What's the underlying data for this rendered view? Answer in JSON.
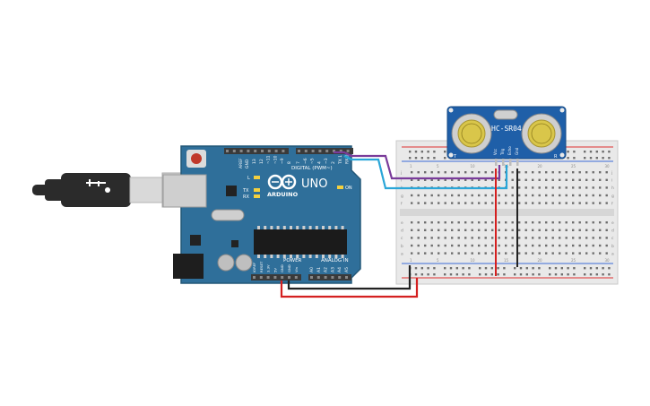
{
  "colors": {
    "board": "#2f6f9a",
    "board_dark": "#245878",
    "header": "#3a3a3a",
    "breadboard": "#e9e9e9",
    "rail_red": "#e03030",
    "rail_blue": "#3c6ad6",
    "sensor": "#1f5fa8",
    "wire_purple": "#7a3c9a",
    "wire_cyan": "#2aa6d8",
    "wire_red": "#d42020",
    "wire_black": "#222222",
    "usb_plug": "#2b2b2b",
    "usb_metal": "#d9d9d9"
  },
  "arduino": {
    "brand": "ARDUINO",
    "model": "UNO",
    "digital_label": "DIGITAL (PWM~)",
    "power_label": "POWER",
    "analog_label": "ANALOG IN",
    "on_label": "ON",
    "tx_label": "TX",
    "rx_label": "RX",
    "l_label": "L",
    "aref_label": "AREF",
    "gnd_label": "GND",
    "pin_labels": [
      "13",
      "12",
      "~11",
      "~10",
      "~9",
      "8",
      "7",
      "~6",
      "~5",
      "4",
      "~3",
      "2",
      "TX 1",
      "RX 0"
    ],
    "power_pins": [
      "IOREF",
      "RESET",
      "3.3V",
      "5V",
      "GND",
      "GND",
      "Vin"
    ],
    "analog_pins": [
      "A0",
      "A1",
      "A2",
      "A3",
      "A4",
      "A5"
    ]
  },
  "sensor": {
    "label": "HC-SR04",
    "pins": [
      "Vcc",
      "Trig",
      "Echo",
      "Gnd"
    ]
  },
  "breadboard": {
    "row_letters_top": [
      "j",
      "i",
      "h",
      "g",
      "f"
    ],
    "row_letters_bottom": [
      "e",
      "d",
      "c",
      "b",
      "a"
    ],
    "column_numbers": [
      "1",
      "5",
      "10",
      "15",
      "20",
      "25",
      "30"
    ]
  }
}
